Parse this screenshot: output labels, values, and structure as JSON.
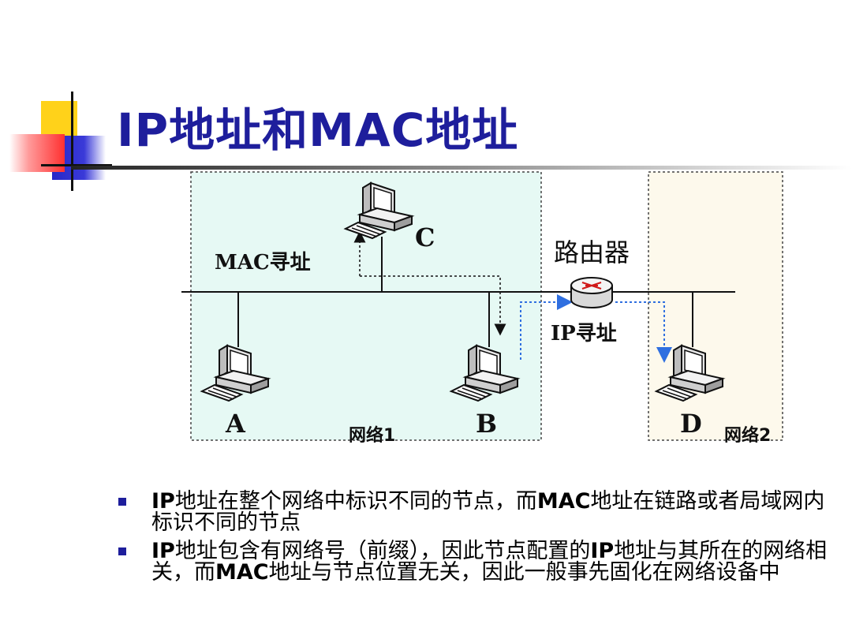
{
  "slide": {
    "title": "IP地址和MAC地址"
  },
  "diagram": {
    "hosts": {
      "a": "A",
      "b": "B",
      "c": "C",
      "d": "D"
    },
    "router_label": "路由器",
    "mac_addressing_label": "MAC寻址",
    "ip_addressing_label": "IP寻址",
    "network1_label": "网络1",
    "network2_label": "网络2",
    "colors": {
      "network1_fill": "#e6f9f4",
      "network2_fill": "#fdf9ec",
      "mac_path": "#111111",
      "ip_path": "#2f6fe0",
      "title": "#1e1e9c"
    }
  },
  "bullets": [
    {
      "segments": [
        {
          "text": "IP",
          "bold": true
        },
        {
          "text": "地址在整个网络中标识不同的节点，而",
          "bold": false
        },
        {
          "text": "MAC",
          "bold": true
        },
        {
          "text": "地址在链路或者局域网内标识不同的节点",
          "bold": false
        }
      ]
    },
    {
      "segments": [
        {
          "text": "IP",
          "bold": true
        },
        {
          "text": "地址包含有网络号（前缀），因此节点配置的",
          "bold": false
        },
        {
          "text": "IP",
          "bold": true
        },
        {
          "text": "地址与其所在的网络相关，而",
          "bold": false
        },
        {
          "text": "MAC",
          "bold": true
        },
        {
          "text": "地址与节点位置无关，因此一般事先固化在网络设备中",
          "bold": false
        }
      ]
    }
  ]
}
